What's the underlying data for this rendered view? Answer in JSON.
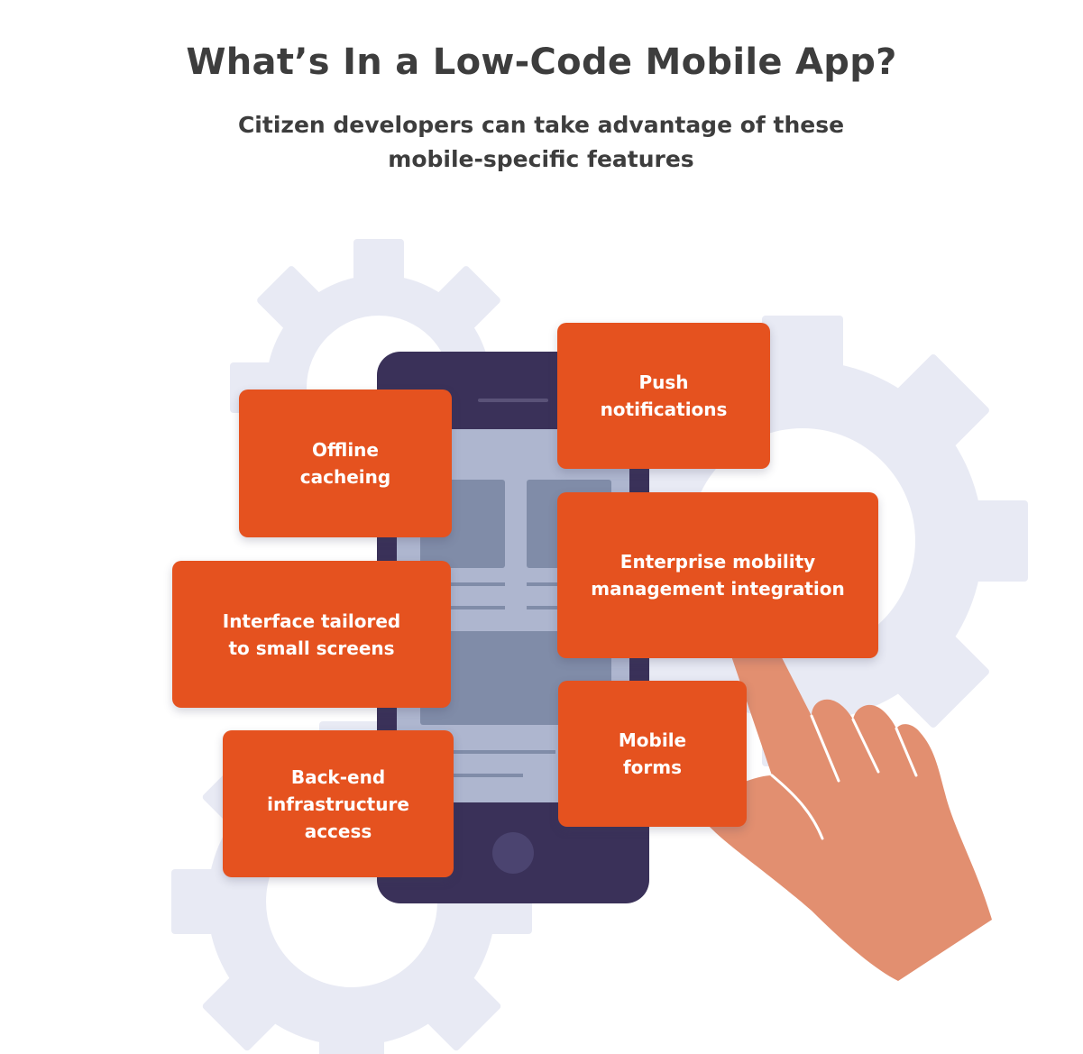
{
  "title": "What’s In a Low-Code Mobile App?",
  "subtitle": {
    "line1": "Citizen developers can take advantage of these",
    "line2": "mobile-specific features"
  },
  "colors": {
    "accent": "#e5521f",
    "phone": "#3a3159",
    "screen": "#aeb6cf",
    "gear": "#e8eaf4",
    "hand": "#e28f70",
    "text": "#3d3d3d"
  },
  "features": {
    "push": {
      "line1": "Push",
      "line2": "notifications"
    },
    "offline": {
      "line1": "Offline",
      "line2": "cacheing"
    },
    "enterprise": {
      "line1": "Enterprise mobility",
      "line2": "management integration"
    },
    "interface": {
      "line1": "Interface tailored",
      "line2": "to small screens"
    },
    "mobile_forms": {
      "line1": "Mobile",
      "line2": "forms"
    },
    "backend": {
      "line1": "Back-end",
      "line2": "infrastructure",
      "line3": "access"
    }
  }
}
